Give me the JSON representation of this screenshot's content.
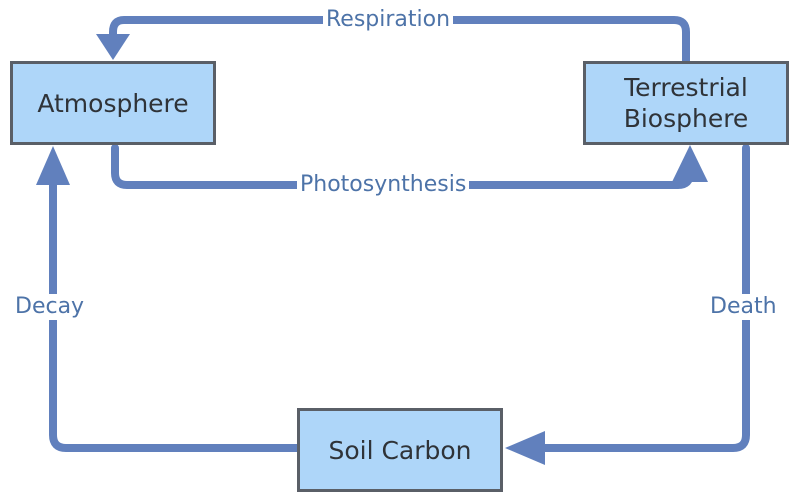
{
  "nodes": {
    "atmosphere": {
      "label": "Atmosphere"
    },
    "biosphere": {
      "line1": "Terrestrial",
      "line2": "Biosphere"
    },
    "soil": {
      "label": "Soil Carbon"
    }
  },
  "edges": {
    "respiration": "Respiration",
    "photosynthesis": "Photosynthesis",
    "decay": "Decay",
    "death": "Death"
  },
  "colors": {
    "arrow": "#6180bd",
    "box_fill": "#aed6f9",
    "box_border": "#5a5f67",
    "label_text": "#4d73a8"
  }
}
